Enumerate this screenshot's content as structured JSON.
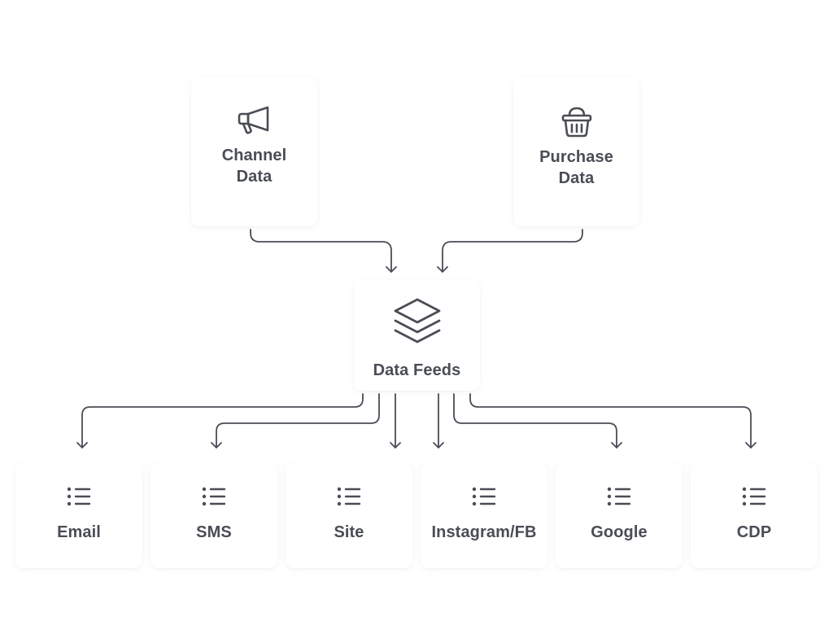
{
  "sources": [
    {
      "id": "channel-data",
      "label_line1": "Channel",
      "label_line2": "Data",
      "icon": "megaphone-icon"
    },
    {
      "id": "purchase-data",
      "label_line1": "Purchase",
      "label_line2": "Data",
      "icon": "basket-icon"
    }
  ],
  "hub": {
    "label": "Data Feeds",
    "icon": "layers-icon"
  },
  "destinations": [
    {
      "label": "Email",
      "icon": "list-icon"
    },
    {
      "label": "SMS",
      "icon": "list-icon"
    },
    {
      "label": "Site",
      "icon": "list-icon"
    },
    {
      "label": "Instagram/FB",
      "icon": "list-icon"
    },
    {
      "label": "Google",
      "icon": "list-icon"
    },
    {
      "label": "CDP",
      "icon": "list-icon"
    }
  ],
  "colors": {
    "stroke": "#4a4d55",
    "text": "#4a4d55",
    "card_bg": "#ffffff"
  }
}
